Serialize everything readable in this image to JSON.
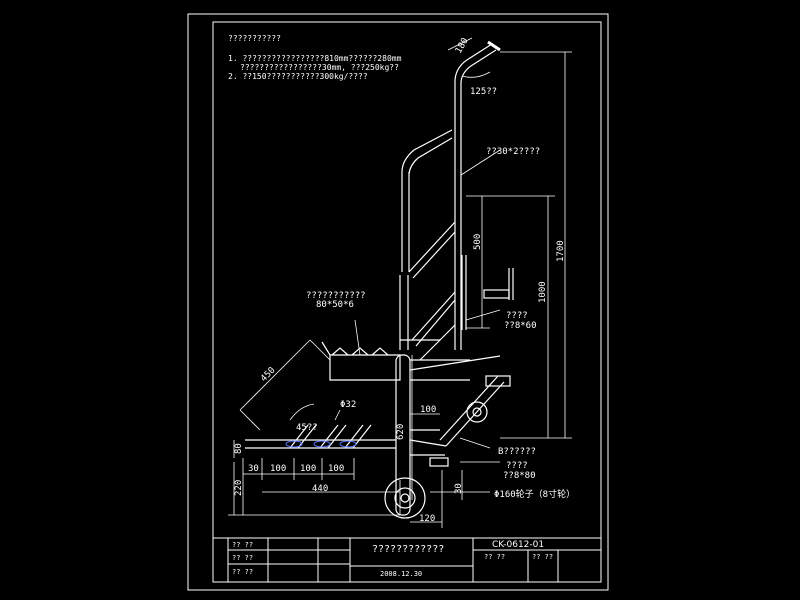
{
  "notes": {
    "title": "???????????",
    "line1": "1. ?????????????????810mm??????280mm",
    "line1b": "?????????????????30mm, ???250kg??",
    "line2": "2. ??150???????????300kg/????"
  },
  "labels": {
    "handle_width": "180",
    "handle_angle": "125??",
    "tube_spec": "??30*2????",
    "frame_label": "???????????",
    "frame_spec": "80*50*6",
    "angle_45": "45??",
    "phi32": "Φ32",
    "bracket_label": "????",
    "bracket_spec": "??8*60",
    "bracket2_label": "????",
    "bracket2_spec": "??8*80",
    "part_b": "B??????",
    "wheel": "Φ160轮子（8寸轮）"
  },
  "dimensions": {
    "d450": "450",
    "d620": "620",
    "d100a": "100",
    "d100b": "100",
    "d100c": "100",
    "d100d": "100",
    "d30a": "30",
    "d30b": "30",
    "d80": "80",
    "d220": "220",
    "d440": "440",
    "d120": "120",
    "d500": "500",
    "d1000": "1000",
    "d1700": "1700"
  },
  "title_block": {
    "r1c1": "?? ??",
    "r2c1": "?? ??",
    "r3c1": "?? ??",
    "drawing_title": "????????????",
    "date": "2008.12.30",
    "drawing_no": "CK-0612-01",
    "r2c4": "?? ??",
    "r2c5": "?? ??"
  }
}
